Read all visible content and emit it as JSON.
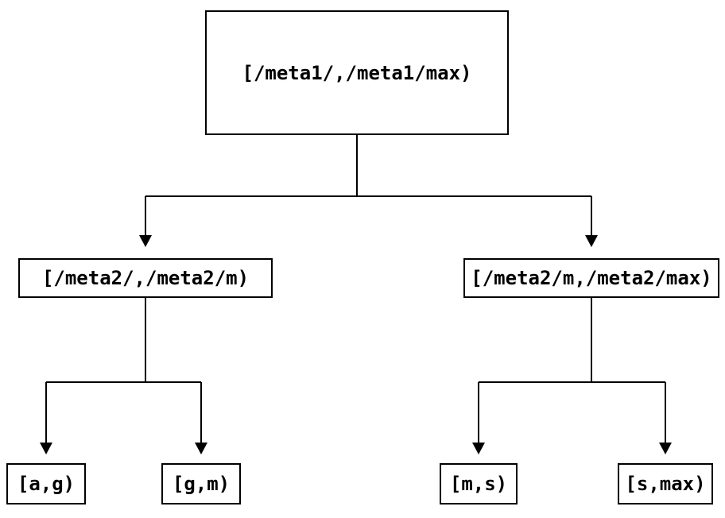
{
  "diagram": {
    "type": "tree",
    "background_color": "#ffffff",
    "line_color": "#000000",
    "node_border_color": "#000000",
    "node_fill_color": "#ffffff",
    "text_color": "#000000",
    "nodes": {
      "root": {
        "id": "root",
        "label": "[/meta1/,/meta1/max)",
        "level": 0
      },
      "mid_left": {
        "id": "mid_left",
        "label": "[/meta2/,/meta2/m)",
        "level": 1
      },
      "mid_right": {
        "id": "mid_right",
        "label": "[/meta2/m,/meta2/max)",
        "level": 1
      },
      "leaf_ag": {
        "id": "leaf_ag",
        "label": "[a,g)",
        "level": 2
      },
      "leaf_gm": {
        "id": "leaf_gm",
        "label": "[g,m)",
        "level": 2
      },
      "leaf_ms": {
        "id": "leaf_ms",
        "label": "[m,s)",
        "level": 2
      },
      "leaf_smax": {
        "id": "leaf_smax",
        "label": "[s,max)",
        "level": 2
      }
    },
    "edges": [
      {
        "from": "root",
        "to": "mid_left",
        "arrow": "filled-triangle"
      },
      {
        "from": "root",
        "to": "mid_right",
        "arrow": "filled-triangle"
      },
      {
        "from": "mid_left",
        "to": "leaf_ag",
        "arrow": "filled-triangle"
      },
      {
        "from": "mid_left",
        "to": "leaf_gm",
        "arrow": "filled-triangle"
      },
      {
        "from": "mid_right",
        "to": "leaf_ms",
        "arrow": "filled-triangle"
      },
      {
        "from": "mid_right",
        "to": "leaf_smax",
        "arrow": "filled-triangle"
      }
    ]
  }
}
